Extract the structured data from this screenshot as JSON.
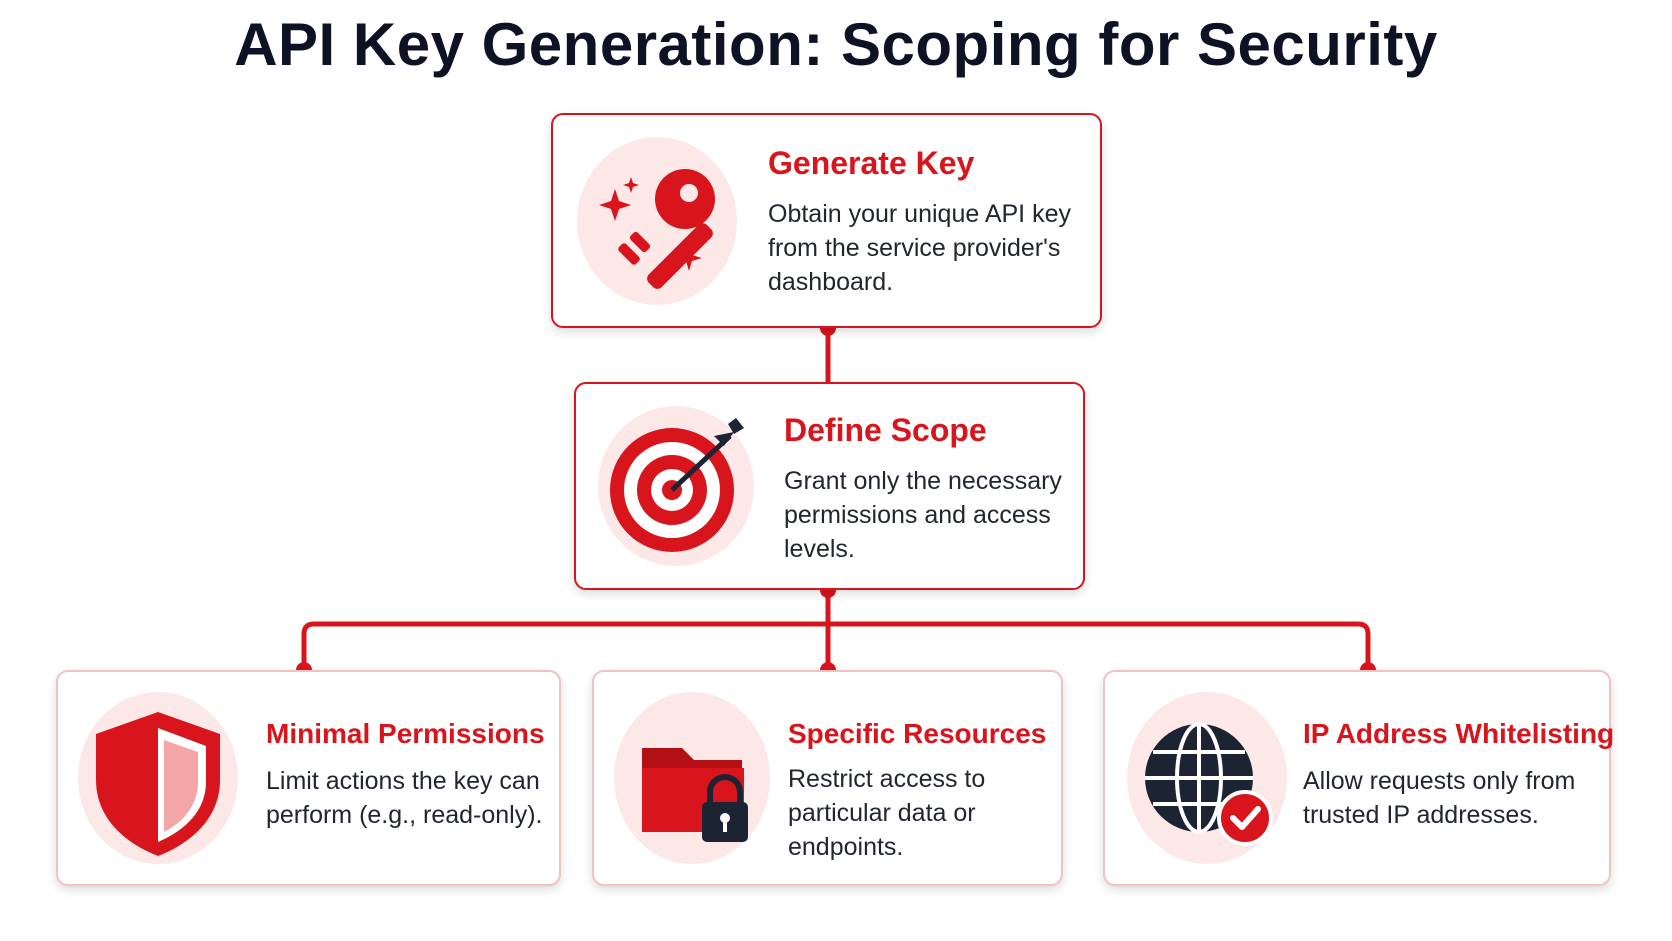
{
  "title": "API Key Generation: Scoping for Security",
  "colors": {
    "accent": "#d8151c",
    "tint": "#fde8e8",
    "dark": "#1c2333"
  },
  "steps": [
    {
      "title": "Generate Key",
      "description": "Obtain your unique API key from the service provider's dashboard.",
      "icon": "key-icon"
    },
    {
      "title": "Define Scope",
      "description": "Grant only the necessary permissions and access levels.",
      "icon": "target-icon"
    }
  ],
  "scopes": [
    {
      "title": "Minimal Permissions",
      "description": "Limit actions the key can perform (e.g., read-only).",
      "icon": "shield-icon"
    },
    {
      "title": "Specific Resources",
      "description": "Restrict access to particular data or endpoints.",
      "icon": "folder-lock-icon"
    },
    {
      "title": "IP Address Whitelisting",
      "description": "Allow requests only from trusted IP addresses.",
      "icon": "globe-check-icon"
    }
  ]
}
